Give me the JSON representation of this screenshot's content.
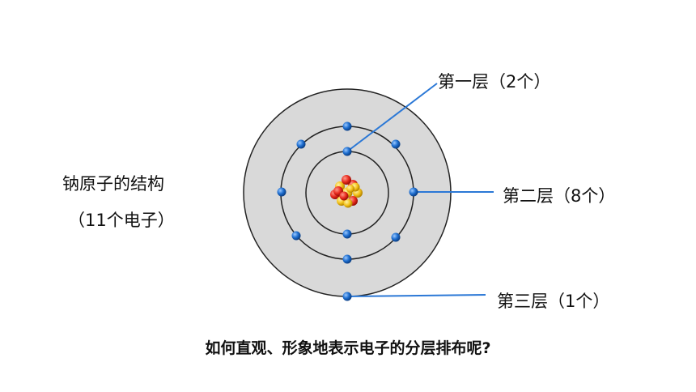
{
  "atom": {
    "title": "钠原子的结构",
    "subtitle": "（11个电子）"
  },
  "shells": [
    {
      "label": "第一层（2个）",
      "electrons": 2
    },
    {
      "label": "第二层（8个）",
      "electrons": 8
    },
    {
      "label": "第三层（1个）",
      "electrons": 1
    }
  ],
  "question": "如何直观、形象地表示电子的分层排布呢?",
  "colors": {
    "outer_disc": "#d9d9d9",
    "orbit_line": "#222222",
    "electron": "#1f6fd0",
    "pointer_line": "#2b78d6",
    "proton": "#e82a1e",
    "neutron": "#f3c21a"
  }
}
